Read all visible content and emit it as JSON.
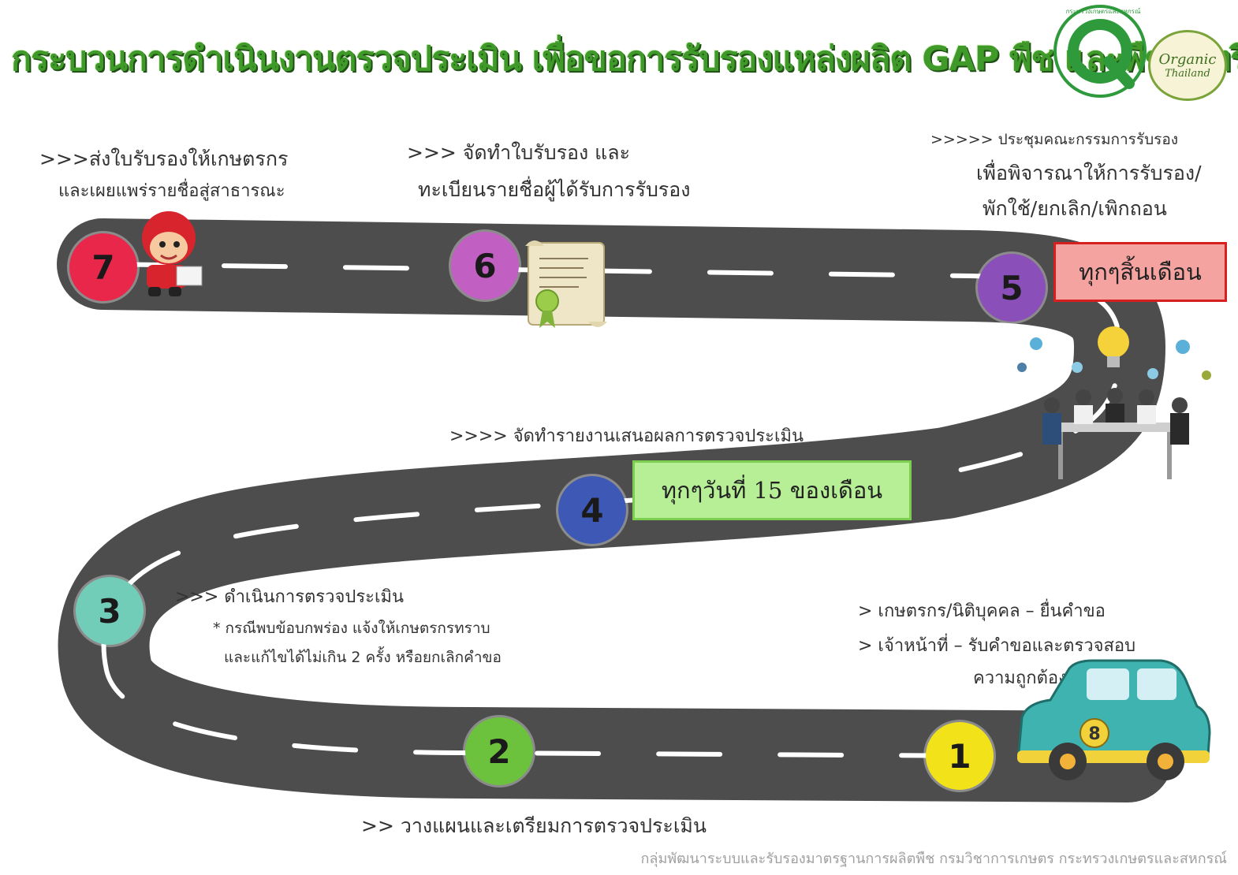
{
  "title": "กระบวนการดำเนินงานตรวจประเมิน เพื่อขอการรับรองแหล่งผลิต GAP พืช และพืชอินทรีย์",
  "logos": {
    "q_mark": {
      "letter": "Q",
      "ring_text": "กระทรวงเกษตรและสหกรณ์",
      "color": "#2e9a3c"
    },
    "organic": {
      "line1": "Organic",
      "line2": "Thailand",
      "color": "#5a8a2a"
    }
  },
  "steps": [
    {
      "number": "1",
      "color": "#f2e21a",
      "lines": [
        "> เกษตรกร/นิติบุคคล – ยื่นคำขอ",
        "> เจ้าหน้าที่ – รับคำขอและตรวจสอบ",
        "ความถูกต้อง"
      ]
    },
    {
      "number": "2",
      "color": "#6cc23c",
      "lines": [
        ">> วางแผนและเตรียมการตรวจประเมิน"
      ]
    },
    {
      "number": "3",
      "color": "#72cdb8",
      "lines": [
        ">>> ดำเนินการตรวจประเมิน",
        "* กรณีพบข้อบกพร่อง แจ้งให้เกษตรกรทราบ",
        "และแก้ไขได้ไม่เกิน 2 ครั้ง หรือยกเลิกคำขอ"
      ]
    },
    {
      "number": "4",
      "color": "#3d59b5",
      "lines": [
        ">>>> จัดทำรายงานเสนอผลการตรวจประเมิน"
      ]
    },
    {
      "number": "5",
      "color": "#8a4fb8",
      "lines": [
        ">>>>> ประชุมคณะกรรมการรับรอง",
        "เพื่อพิจารณาให้การรับรอง/",
        "พักใช้/ยกเลิก/เพิกถอน"
      ]
    },
    {
      "number": "6",
      "color": "#c25fc2",
      "lines": [
        ">>> จัดทำใบรับรอง และ",
        "ทะเบียนรายชื่อผู้ได้รับการรับรอง"
      ]
    },
    {
      "number": "7",
      "color": "#e8274b",
      "lines": [
        ">>>ส่งใบรับรองให้เกษตรกร",
        "และเผยแพร่รายชื่อสู่สาธารณะ"
      ]
    }
  ],
  "callouts": {
    "step5": "ทุกๆสิ้นเดือน",
    "step4": "ทุกๆวันที่ 15 ของเดือน"
  },
  "car_badge": "8",
  "footer": "กลุ่มพัฒนาระบบและรับรองมาตรฐานการผลิตพืช กรมวิชาการเกษตร กระทรวงเกษตรและสหกรณ์",
  "colors": {
    "road": "#4d4d4d",
    "road_dash": "#ffffff",
    "title_green": "#3f9a2a"
  }
}
